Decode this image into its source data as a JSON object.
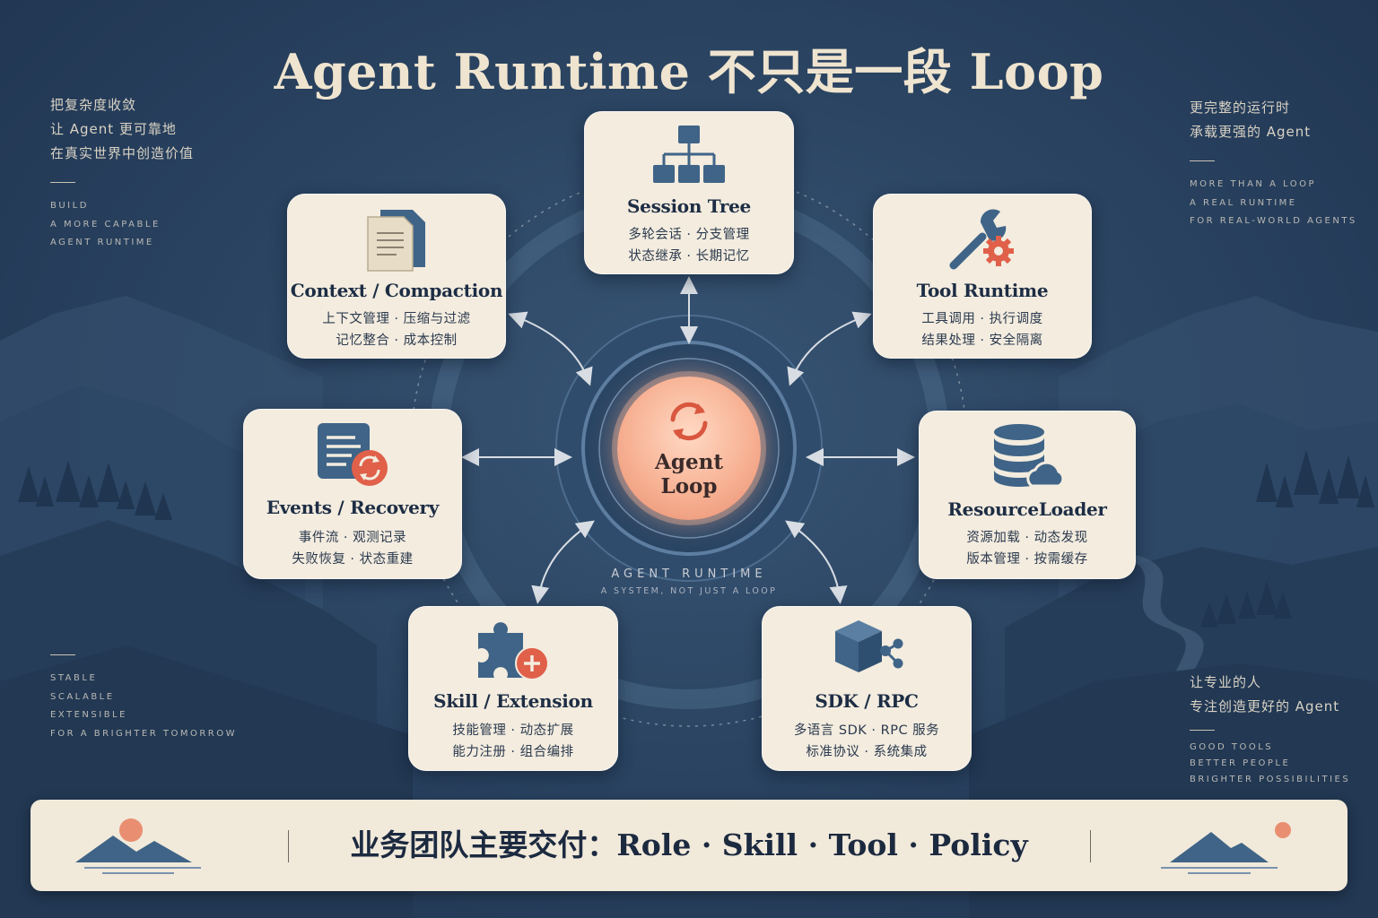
{
  "title": "Agent Runtime 不只是一段 Loop",
  "left_top": {
    "cn": [
      "把复杂度收敛",
      "让 Agent 更可靠地",
      "在真实世界中创造价值"
    ],
    "en": [
      "BUILD",
      "A MORE CAPABLE",
      "AGENT RUNTIME"
    ]
  },
  "right_top": {
    "cn": [
      "更完整的运行时",
      "承载更强的 Agent"
    ],
    "en": [
      "MORE THAN A LOOP",
      "A REAL RUNTIME",
      "FOR REAL-WORLD AGENTS"
    ]
  },
  "left_bottom": {
    "en": [
      "STABLE",
      "SCALABLE",
      "EXTENSIBLE",
      "FOR A BRIGHTER TOMORROW"
    ]
  },
  "right_bottom": {
    "cn": [
      "让专业的人",
      "专注创造更好的 Agent"
    ],
    "en": [
      "GOOD TOOLS",
      "BETTER PEOPLE",
      "BRIGHTER POSSIBILITIES"
    ]
  },
  "core": {
    "line1": "Agent",
    "line2": "Loop",
    "icon": "cycle-arrows-icon"
  },
  "runtime_label": "AGENT RUNTIME",
  "runtime_sub": "A SYSTEM, NOT JUST A LOOP",
  "cards": {
    "session_tree": {
      "title": "Session Tree",
      "line1": "多轮会话 · 分支管理",
      "line2": "状态继承 · 长期记忆",
      "icon": "hierarchy-icon"
    },
    "context": {
      "title": "Context / Compaction",
      "line1": "上下文管理 · 压缩与过滤",
      "line2": "记忆整合 · 成本控制",
      "icon": "document-icon"
    },
    "tool_runtime": {
      "title": "Tool Runtime",
      "line1": "工具调用 · 执行调度",
      "line2": "结果处理 · 安全隔离",
      "icon": "wrench-gear-icon"
    },
    "events": {
      "title": "Events / Recovery",
      "line1": "事件流 · 观测记录",
      "line2": "失败恢复 · 状态重建",
      "icon": "log-recovery-icon"
    },
    "resource_loader": {
      "title": "ResourceLoader",
      "line1": "资源加载 · 动态发现",
      "line2": "版本管理 · 按需缓存",
      "icon": "database-cloud-icon"
    },
    "skill": {
      "title": "Skill / Extension",
      "line1": "技能管理 · 动态扩展",
      "line2": "能力注册 · 组合编排",
      "icon": "puzzle-plus-icon"
    },
    "sdk": {
      "title": "SDK / RPC",
      "line1": "多语言 SDK · RPC 服务",
      "line2": "标准协议 · 系统集成",
      "icon": "cube-share-icon"
    }
  },
  "banner": {
    "text": "业务团队主要交付：Role · Skill · Tool · Policy"
  },
  "colors": {
    "navy": "#2b4563",
    "card": "#f3ecdf",
    "accent": "#e0604a",
    "icon_blue": "#3f6487"
  }
}
